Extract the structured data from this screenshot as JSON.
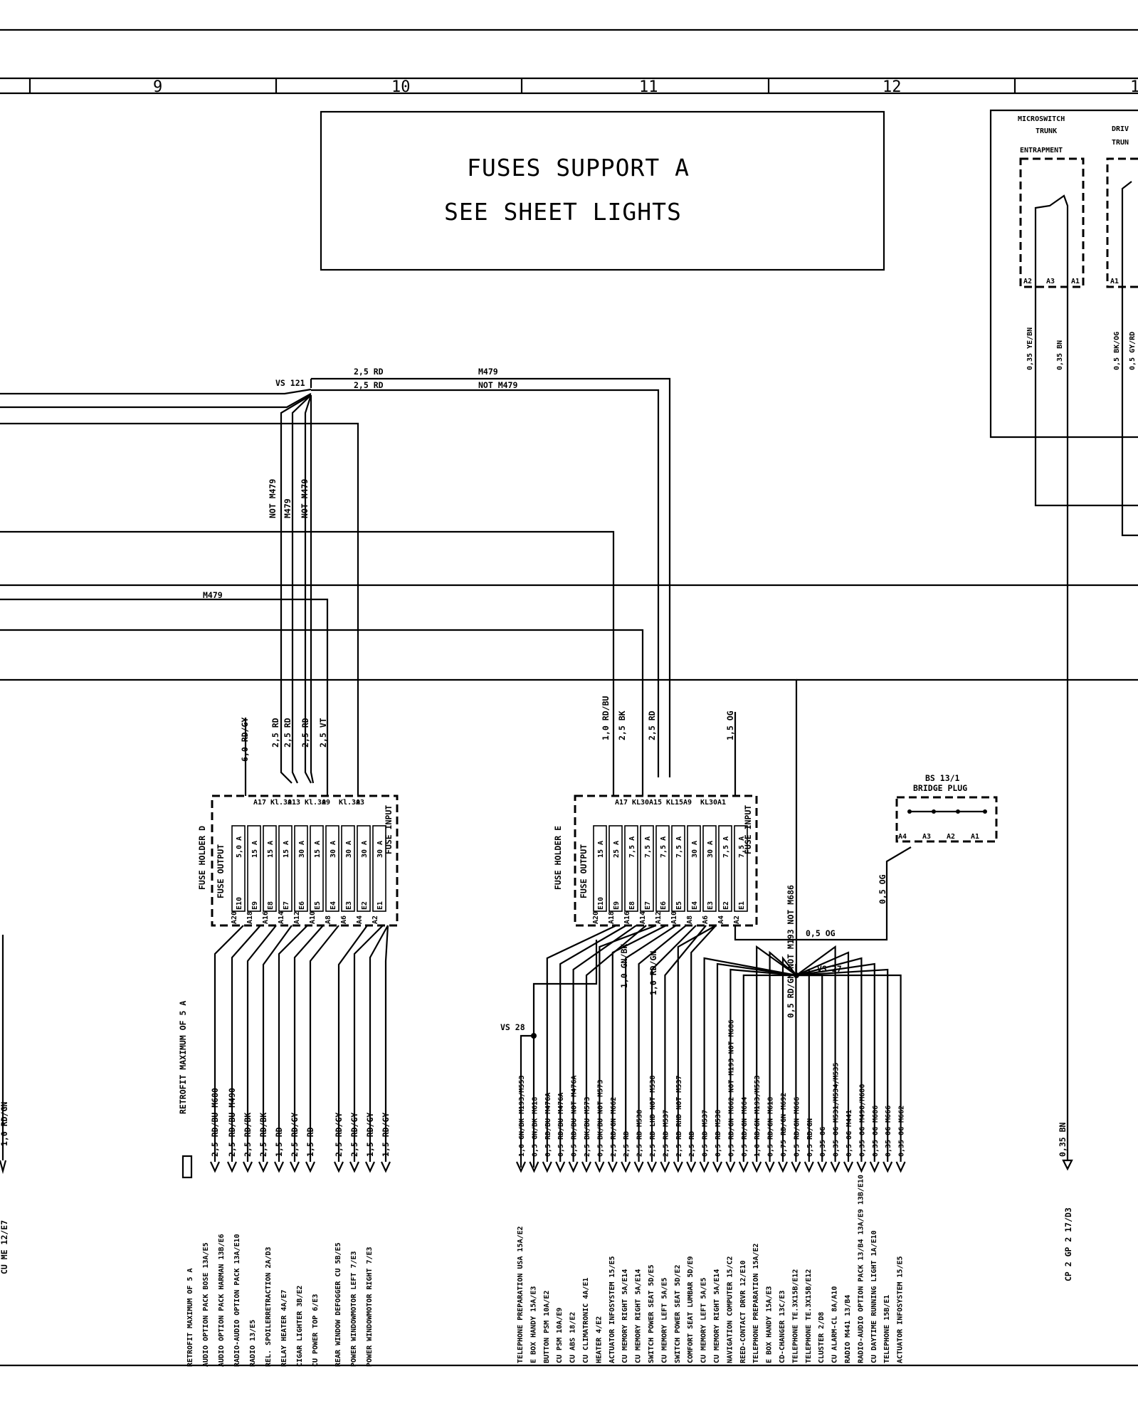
{
  "columns": [
    "9",
    "10",
    "11",
    "12",
    "1"
  ],
  "notice": {
    "line1": "FUSES SUPPORT A",
    "line2": "SEE SHEET LIGHTS"
  },
  "trunk_box": {
    "microswitch": [
      "MICROSWITCH",
      "TRUNK",
      "ENTRAPMENT"
    ],
    "drive": [
      "DRIV",
      "TRUN"
    ],
    "pins": [
      "A2",
      "A3",
      "A1",
      "A1"
    ],
    "wires": [
      "0,35 YE/BN",
      "0,35 BN",
      "0,5 BK/OG",
      "0,5 GY/RD"
    ]
  },
  "splices": {
    "vs121": "VS 121",
    "vs27": "VS 27",
    "vs28": "VS 28"
  },
  "top_wires": {
    "w1": "2,5 RD",
    "w2": "2,5 RD",
    "m1": "M479",
    "m2": "NOT M479",
    "m3": "M479"
  },
  "vertical_labels_top": [
    "NOT M479",
    "M479",
    "NOT M479"
  ],
  "fhd": {
    "title": "FUSE HOLDER D",
    "out": "FUSE OUTPUT",
    "in": "FUSE INPUT",
    "wires_in": [
      "6,0 RD/GY",
      "2,5 RD",
      "2,5 RD",
      "2,5 RD",
      "2,5 VT"
    ],
    "top_pins": [
      "A17",
      "Kl.30",
      "A13",
      "Kl.30",
      "A9",
      "Kl.30",
      "A3"
    ],
    "fuses": [
      "E10",
      "E9",
      "E8",
      "E7",
      "E6",
      "E5",
      "E4",
      "E3",
      "E2",
      "E1"
    ],
    "amps": [
      "5,0 A",
      "15 A",
      "15 A",
      "15 A",
      "30 A",
      "15 A",
      "30 A",
      "30 A",
      "30 A",
      "30 A"
    ],
    "bottom_pins": [
      "A20",
      "A18",
      "A16",
      "A14",
      "A12",
      "A10",
      "A8",
      "A6",
      "A4",
      "A2"
    ],
    "retrofit_v": "RETROFIT MAXIMUM OF 5 A",
    "wires_out": [
      "2,5 RD/BU  M680",
      "2,5 RD/BU  M490",
      "2,5 RD/BK",
      "2,5 RD/BK",
      "1,5 RD",
      "2,5 RD/GY",
      "1,5 RD",
      "2,5 RD/GY",
      "2,5 RD/GY",
      "1,5 RD/GY",
      "1,5 RD/GY"
    ],
    "dest": [
      "RETROFIT MAXIMUM OF 5 A",
      "AUDIO OPTION PACK BOSE  13A/E5",
      "AUDIO OPTION PACK HARMAN  13B/E6",
      "RADIO-AUDIO OPTION PACK  13A/E10",
      "RADIO  13/E5",
      "REL. SPOILERRETRACTION  2A/D3",
      "RELAY HEATER  4A/E7",
      "CIGAR LIGHTER  3B/E2",
      "CU POWER TOP  6/E3",
      "REAR WINDOW DEFOGGER CU  5B/E5",
      "POWER WINDOWMOTOR LEFT  7/E3",
      "POWER WINDOWMOTOR RIGHT  7/E3"
    ]
  },
  "fhe": {
    "title": "FUSE HOLDER E",
    "out": "FUSE OUTPUT",
    "in": "FUSE INPUT",
    "wires_in": [
      "1,0 RD/BU",
      "2,5 BK",
      "2,5 RD",
      "1,5 OG"
    ],
    "top_pins": [
      "A17",
      "KL30",
      "A15",
      "KL15",
      "A9",
      "KL30",
      "A1"
    ],
    "fuses": [
      "E10",
      "E9",
      "E8",
      "E7",
      "E6",
      "E5",
      "E4",
      "E3",
      "E2",
      "E1"
    ],
    "amps": [
      "15 A",
      "25 A",
      "7,5 A",
      "7,5 A",
      "7,5 A",
      "7,5 A",
      "30 A",
      "30 A",
      "7,5 A",
      "7,5 A"
    ],
    "bottom_pins": [
      "A20",
      "A18",
      "A16",
      "A14",
      "A12",
      "A10",
      "A8",
      "A6",
      "A4",
      "A2"
    ],
    "mid_wires": [
      "1,0 GN/BK",
      "1,0 RD/GN",
      "0,5 OG",
      "0,5 OG",
      "0,5 RD/GN  NOT M193  NOT M686"
    ],
    "wires_out": [
      "1,0 GN/BK  M193/M553",
      "0,5 GN/BK  M618",
      "0,5 RD/BU  M476A",
      "0,5 RD/BU  M476A",
      "0,5 RD/BU  NOT M476A",
      "2,5 BK/BU  M573",
      "0,5 BK/BU  NOT M573",
      "2,5 RD/GN  M662",
      "2,5 RD",
      "2,5 RD  M538",
      "2,5 RD  LHD NOT M538",
      "2,5 RD  M537",
      "2,5 RD  RHD NOT M537",
      "2,5 RD",
      "0,5 RD  M537",
      "0,5 RD  M538",
      "0,5 RD/GN  M662  NOT M193  NOT M686",
      "0,5 RD/GN  M664",
      "1,0 RD/GN  M193/M553",
      "0,5 RD/GN  M618",
      "0,75 RD/GN  M692",
      "0,5 RD/GN  M666",
      "0,5 RD/GN",
      "0,35 OG",
      "0,35 OG  M531/M534/M535",
      "0,5 OG  M441",
      "0,35 OG  M490/M680",
      "0,35 OG  M686",
      "0,35 OG  M666",
      "0,35 OG  M662"
    ],
    "dest": [
      "TELEPHONE PREPARATION USA 15A/E2",
      "E BOX HANDY 15A/E3",
      "BUTTON PSM 10A/E2",
      "CU PSM 10A/E9",
      "CU ABS 18/E2",
      "CU CLIMATRONIC 4A/E1",
      "HEATER 4/E2",
      "ACTUATOR INFOSYSTEM 15/E5",
      "CU MEMORY RIGHT 5A/E14",
      "CU MEMORY RIGHT 5A/E14",
      "SWITCH POWER SEAT 5D/E5",
      "CU MEMORY LEFT 5A/E5",
      "SWITCH POWER SEAT 5D/E2",
      "COMFORT SEAT LUMBAR 5D/E9",
      "CU MEMORY LEFT 5A/E5",
      "CU MEMORY RIGHT 5A/E14",
      "NAVIGATION COMPUTER 15/C2",
      "REED-CONTACT DRVR 12/E10",
      "TELEPHONE PREPARATION 15A/E2",
      "E BOX HANDY 15A/E3",
      "CD-CHANGER 13C/E3",
      "TELEPHONE TE.3X15B/E12",
      "TELEPHONE TE.3X15B/E12",
      "CLUSTER 2/D8",
      "CU ALARM-CL 8A/A10",
      "RADIO M441 13/B4",
      "RADIO-AUDIO OPTION PACK 13/B4 13A/E9 13B/E10",
      "CU DAYTIME RUNNING LIGHT 1A/E10",
      "TELEPHONE 15B/E1",
      "ACTUATOR INFOSYSTEM 15/E5"
    ]
  },
  "bridge": {
    "title": "BS 13/1",
    "sub": "BRIDGE PLUG",
    "pins": [
      "A4",
      "A3",
      "A2",
      "A1"
    ]
  },
  "left_edge": {
    "wire": "1,0 RD/GN",
    "dest": "CU ME 12/E7"
  },
  "cp": {
    "wire": "0,35 BN",
    "dest": "CP 2 GP 2 17/D3"
  }
}
